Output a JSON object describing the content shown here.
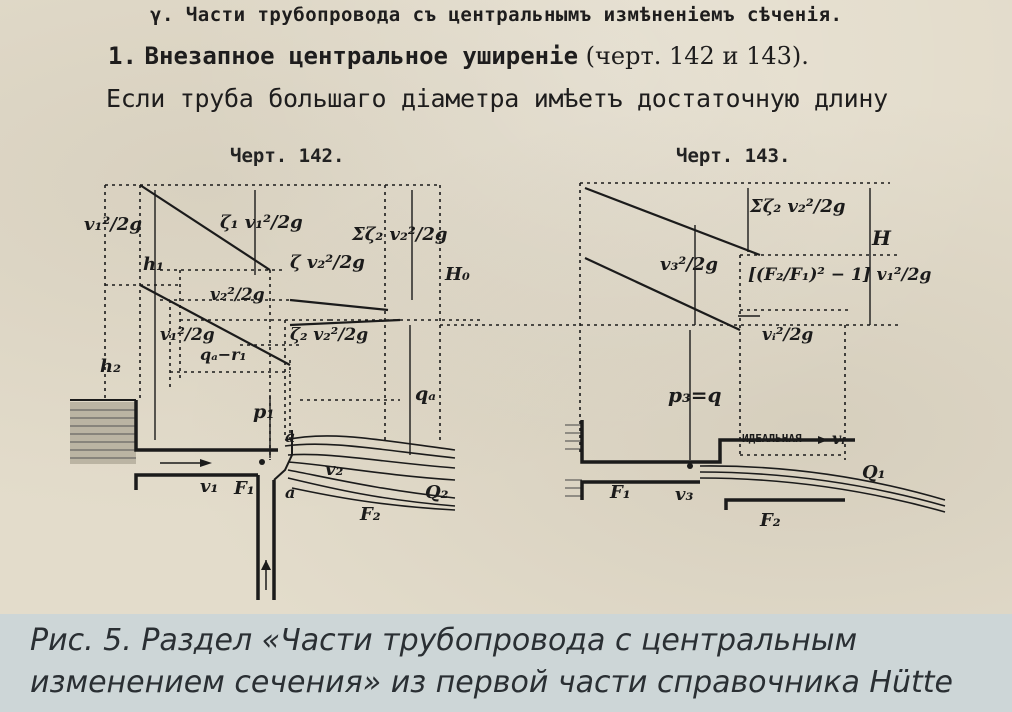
{
  "page": {
    "section_title": "γ. Части трубопровода съ центральнымъ измѣненіемъ сѣченія.",
    "subsection_number": "1.",
    "subsection_title": "Внезапное центральное уширеніе",
    "subsection_ref": "(черт. 142 и 143).",
    "intro_text": "Если труба большаго діаметра имѣетъ достаточную длину"
  },
  "figures": {
    "fig142": {
      "title": "Черт. 142.",
      "labels": {
        "v1_2g": "v₁²/2g",
        "zeta1": "ζ₁ v₁²/2g",
        "zeta_v2": "ζ v₂²/2g",
        "sum_zeta": "Σζ₂ v₂²/2g",
        "h1": "h₁",
        "h2": "h₂",
        "h0": "H₀",
        "v2_2g_small": "v₂²/2g",
        "v1_2g_lower": "v₁²/2g",
        "qa_r1": "qₐ−r₁",
        "zeta2": "ζ₂ v₂²/2g",
        "p1": "p₁",
        "qa": "qₐ",
        "a_top": "a",
        "a_bot": "a",
        "v1": "v₁",
        "F1": "F₁",
        "v2": "v₂",
        "F2": "F₂",
        "Q2": "Q₂"
      }
    },
    "fig143": {
      "title": "Черт. 143.",
      "labels": {
        "sum_zeta": "Σζ₂ v₂²/2g",
        "H": "H",
        "v3_2g": "v₃²/2g",
        "bracket": "[(F₂/F₁)² − 1] v₁²/2g",
        "vi_2g": "vᵢ²/2g",
        "p3q": "p₃=q",
        "ideal": "ИДЕАЛЬНАЯ",
        "vi": "vᵢ",
        "Q1": "Q₁",
        "F1": "F₁",
        "v3": "v₃",
        "F2": "F₂"
      }
    }
  },
  "caption": "Рис. 5. Раздел «Части трубопровода с центральным изменением сечения» из первой части справочника Hütte"
}
